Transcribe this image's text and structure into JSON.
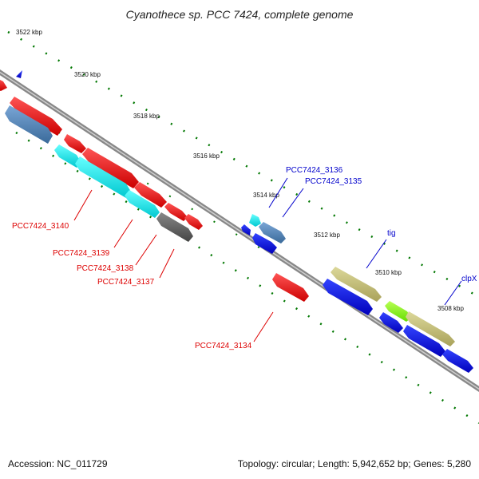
{
  "title": "Cyanothece sp. PCC 7424, complete genome",
  "footer": {
    "accession": "Accession: NC_011729",
    "summary": "Topology: circular; Length: 5,942,652 bp; Genes: 5,280"
  },
  "colors": {
    "backbone": "#808080",
    "forward_red": "#ee0000",
    "reverse_blue": "#0000ee",
    "steelblue": "#4a7fb5",
    "cyan": "#00e5ee",
    "gray": "#666666",
    "khaki": "#bdb76b",
    "lime": "#7cfc00",
    "tick": "#007700",
    "red_label": "#dd0000",
    "blue_label": "#0000cc"
  },
  "ruler": {
    "labels": [
      "3522 kbp",
      "3520 kbp",
      "3518 kbp",
      "3516 kbp",
      "3514 kbp",
      "3512 kbp",
      "3510 kbp",
      "3508 kbp"
    ]
  },
  "gene_labels": {
    "pcc7424_3140": "PCC7424_3140",
    "pcc7424_3139": "PCC7424_3139",
    "pcc7424_3138": "PCC7424_3138",
    "pcc7424_3137": "PCC7424_3137",
    "pcc7424_3134": "PCC7424_3134",
    "pcc7424_3136": "PCC7424_3136",
    "pcc7424_3135": "PCC7424_3135",
    "tig": "tig",
    "clpx": "clpX"
  }
}
